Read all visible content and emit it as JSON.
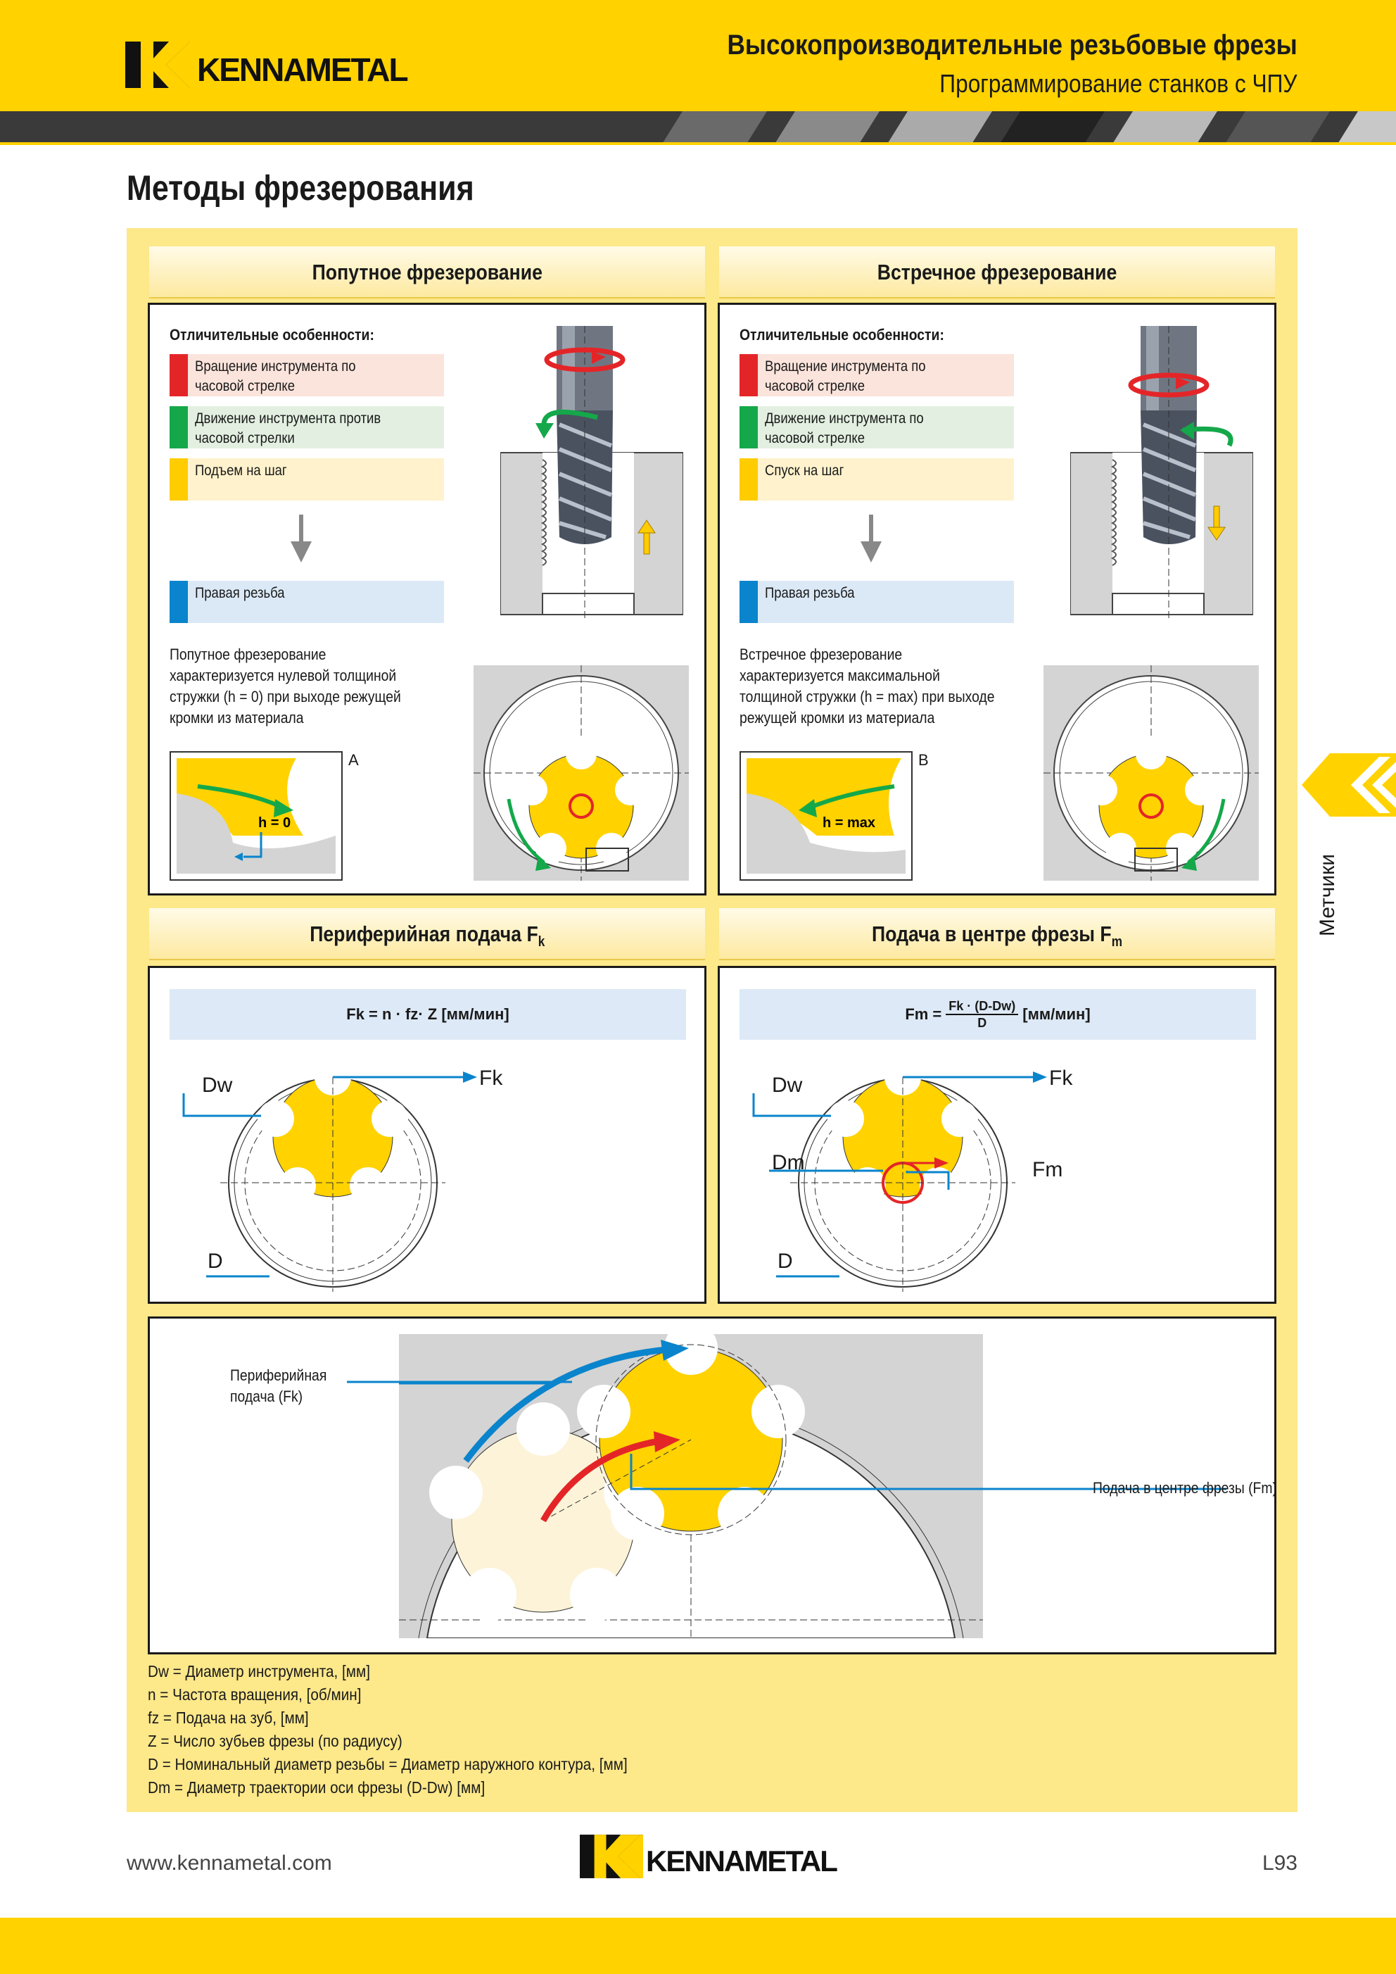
{
  "header": {
    "brand": "KENNAMETAL",
    "title": "Высокопроизводительные резьбовые фрезы",
    "subtitle": "Программирование станков с ЧПУ"
  },
  "page_title": "Методы фрезерования",
  "side_tab": {
    "label": "Метчики"
  },
  "climb": {
    "heading": "Попутное фрезерование",
    "features_title": "Отличительные особенности:",
    "features": [
      {
        "text": "Вращение инструмента по\nчасовой стрелке",
        "color": "#e42528",
        "bg": "#fbe4dc"
      },
      {
        "text": "Движение инструмента против\nчасовой стрелки",
        "color": "#14a84a",
        "bg": "#e3f0e1"
      },
      {
        "text": "Подъем на шаг",
        "color": "#ffcc00",
        "bg": "#fff2cc"
      }
    ],
    "result": {
      "text": "Правая резьба",
      "color": "#0a84cc",
      "bg": "#dbe9f7"
    },
    "description": "Попутное фрезерование\nхарактеризуется нулевой толщиной\nстружки (h = 0) при выходе режущей\nкромки из материала",
    "detail_label": "A",
    "h_label": "h = 0"
  },
  "conventional": {
    "heading": "Встречное фрезерование",
    "features_title": "Отличительные особенности:",
    "features": [
      {
        "text": "Вращение инструмента по\nчасовой стрелке",
        "color": "#e42528",
        "bg": "#fbe4dc"
      },
      {
        "text": "Движение инструмента по\nчасовой стрелке",
        "color": "#14a84a",
        "bg": "#e3f0e1"
      },
      {
        "text": "Спуск на шаг",
        "color": "#ffcc00",
        "bg": "#fff2cc"
      }
    ],
    "result": {
      "text": "Правая резьба",
      "color": "#0a84cc",
      "bg": "#dbe9f7"
    },
    "description": "Встречное фрезерование\nхарактеризуется максимальной\nтолщиной стружки (h = max) при выходе\nрежущей кромки из материала",
    "detail_label": "B",
    "h_label": "h = max"
  },
  "peripheral": {
    "heading": "Периферийная подача F",
    "heading_sub": "k",
    "formula": "Fk = n · fz· Z [мм/мин]",
    "labels": {
      "dw": "Dw",
      "d": "D",
      "fk": "Fk"
    }
  },
  "center": {
    "heading": "Подача в центре фрезы F",
    "heading_sub": "m",
    "formula_lhs": "Fm =",
    "formula_num": "Fk · (D-Dw)",
    "formula_den": "D",
    "formula_unit": "[мм/мин]",
    "labels": {
      "dw": "Dw",
      "dm": "Dm",
      "d": "D",
      "fk": "Fk",
      "fm": "Fm"
    }
  },
  "combined": {
    "peripheral_label": "Периферийная\nподача (Fk)",
    "center_label": "Подача в центре фрезы (Fm)"
  },
  "legend": [
    "Dw = Диаметр инструмента, [мм]",
    "n = Частота вращения, [об/мин]",
    "fz = Подача на зуб, [мм]",
    "Z = Число зубьев фрезы (по радиусу)",
    "D = Номинальный диаметр резьбы = Диаметр наружного контура, [мм]",
    "Dm = Диаметр траектории оси фрезы (D-Dw) [мм]"
  ],
  "footer": {
    "url": "www.kennametal.com",
    "brand": "KENNAMETAL",
    "page": "L93"
  },
  "colors": {
    "yellow": "#ffd200",
    "panel": "#fde88a",
    "blue": "#0a84cc",
    "red": "#e42528",
    "green": "#14a84a"
  }
}
